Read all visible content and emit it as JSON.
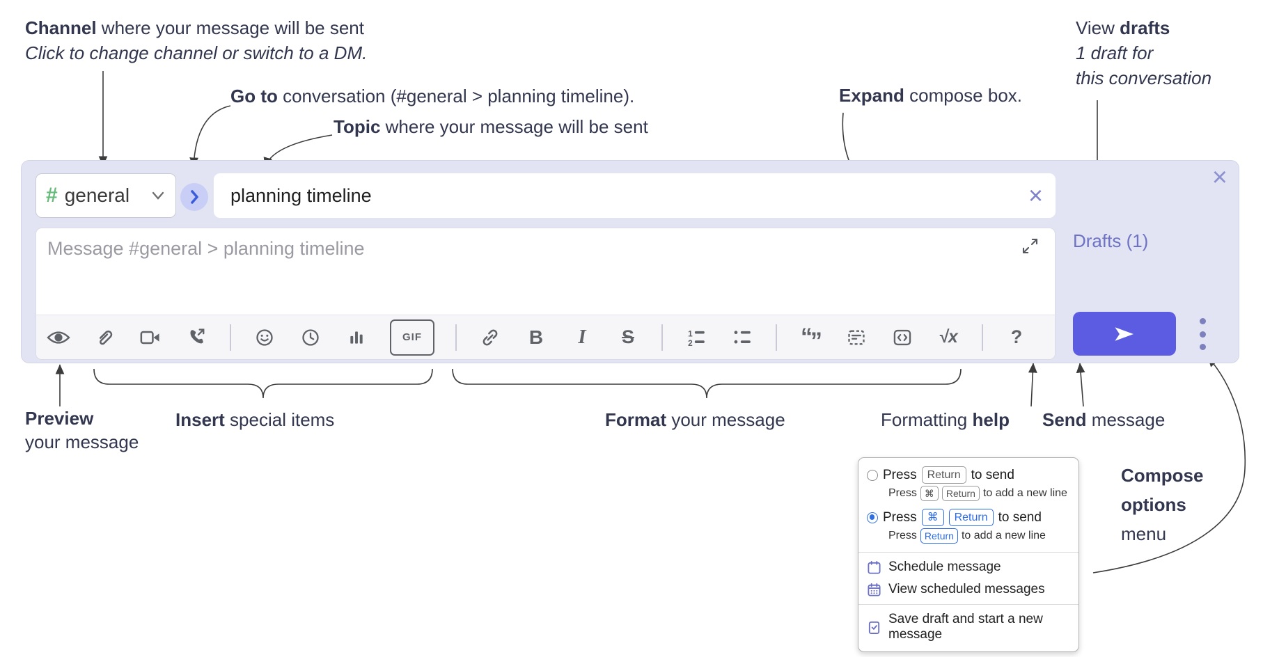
{
  "colors": {
    "panel_bg": "#e3e4f3",
    "send_button": "#5b5ce2",
    "goto_chevron_blue": "#3b5bdb",
    "drafts_link": "#6d72c4",
    "channel_hash_green": "#66bb7a",
    "menu_icon_purple": "#6a6fc4",
    "keycap_highlight_blue": "#2b6be8",
    "annotation_text": "#32364e",
    "toolbar_icon_gray": "#5f6368"
  },
  "annotations": {
    "channel": {
      "bold": "Channel",
      "rest": " where your message will be sent",
      "line2": "Click to change channel or switch to a DM."
    },
    "goto": {
      "bold": "Go to",
      "rest": " conversation (#general > planning timeline)."
    },
    "topic": {
      "bold": "Topic",
      "rest": " where your message will be sent"
    },
    "expand": {
      "bold": "Expand",
      "rest": " compose box."
    },
    "view_drafts": {
      "pre": "View ",
      "bold": "drafts",
      "line2": "1 draft for",
      "line3": "this conversation"
    },
    "preview": {
      "bold": "Preview",
      "line2": "your message"
    },
    "insert": {
      "bold": "Insert",
      "rest": " special items"
    },
    "format": {
      "bold": "Format",
      "rest": " your message"
    },
    "formatting_help": {
      "pre": "Formatting ",
      "bold": "help"
    },
    "send": {
      "bold": "Send",
      "rest": " message"
    },
    "compose_options": {
      "line1": "Compose",
      "line2": "options",
      "line3": "menu"
    }
  },
  "composer": {
    "channel": {
      "hash": "#",
      "name": "general"
    },
    "topic": {
      "value": "planning timeline",
      "clear_icon": "×"
    },
    "message": {
      "placeholder": "Message #general > planning timeline"
    },
    "drafts_link": "Drafts (1)",
    "close_icon": "×",
    "toolbar": {
      "icons": [
        "preview",
        "attach-file",
        "start-video-call",
        "start-voice-call",
        "emoji",
        "global-time",
        "poll",
        "gif",
        "link",
        "bold",
        "italic",
        "strikethrough",
        "numbered-list",
        "bulleted-list",
        "quote",
        "spoiler",
        "code",
        "math",
        "help"
      ],
      "gif": "GIF",
      "bold": "B",
      "italic": "I",
      "strike": "S",
      "quote_open": "“",
      "quote_close": "”",
      "ol_1": "1",
      "ol_2": "2",
      "math": "√x",
      "help": "?"
    }
  },
  "menu": {
    "options": [
      {
        "selected": false,
        "main_pre": "Press",
        "main_keys": [
          "Return"
        ],
        "main_post": "to send",
        "sub_pre": "Press",
        "sub_keys": [
          "⌘",
          "Return"
        ],
        "sub_post": "to add a new line"
      },
      {
        "selected": true,
        "main_pre": "Press",
        "main_keys": [
          "⌘",
          "Return"
        ],
        "main_post": "to send",
        "sub_pre": "Press",
        "sub_keys": [
          "Return"
        ],
        "sub_post": "to add a new line"
      }
    ],
    "items": [
      {
        "icon": "calendar",
        "label": "Schedule message"
      },
      {
        "icon": "calendar-scheduled",
        "label": "View scheduled messages"
      },
      {
        "icon": "save-draft",
        "label": "Save draft and start a new message"
      }
    ]
  }
}
